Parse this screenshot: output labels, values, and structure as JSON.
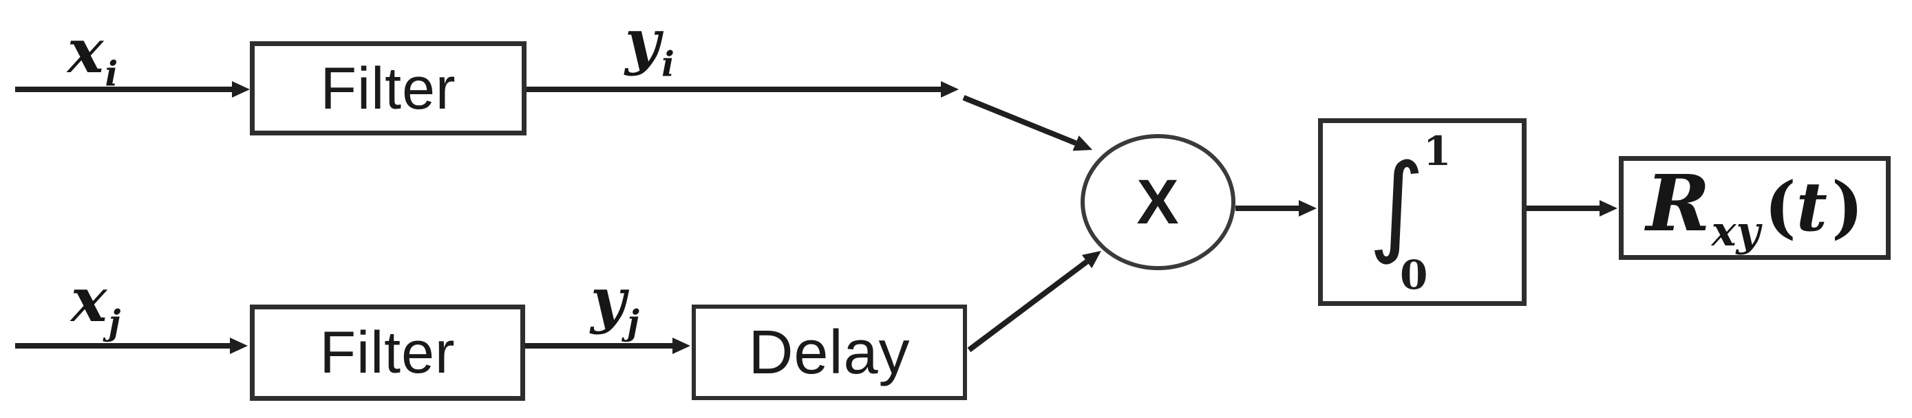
{
  "diagram": {
    "inputs": {
      "top": {
        "base": "x",
        "sub": "i"
      },
      "bottom": {
        "base": "x",
        "sub": "j"
      }
    },
    "filtered": {
      "top": {
        "base": "y",
        "sub": "i"
      },
      "bottom": {
        "base": "y",
        "sub": "j"
      }
    },
    "blocks": {
      "filter_top_label": "Filter",
      "filter_bottom_label": "Filter",
      "delay_label": "Delay",
      "multiplier_label": "X",
      "integrator": {
        "symbol": "∫",
        "upper_limit": "1",
        "lower_limit": "0"
      },
      "output": {
        "base": "R",
        "sub": "xy",
        "open_paren": "(",
        "arg": "t",
        "close_paren": ")"
      }
    },
    "colors": {
      "background": "#ffffff",
      "line": "#1f1f1f",
      "border": "#2e2e2e",
      "text": "#1a1a1a"
    }
  }
}
